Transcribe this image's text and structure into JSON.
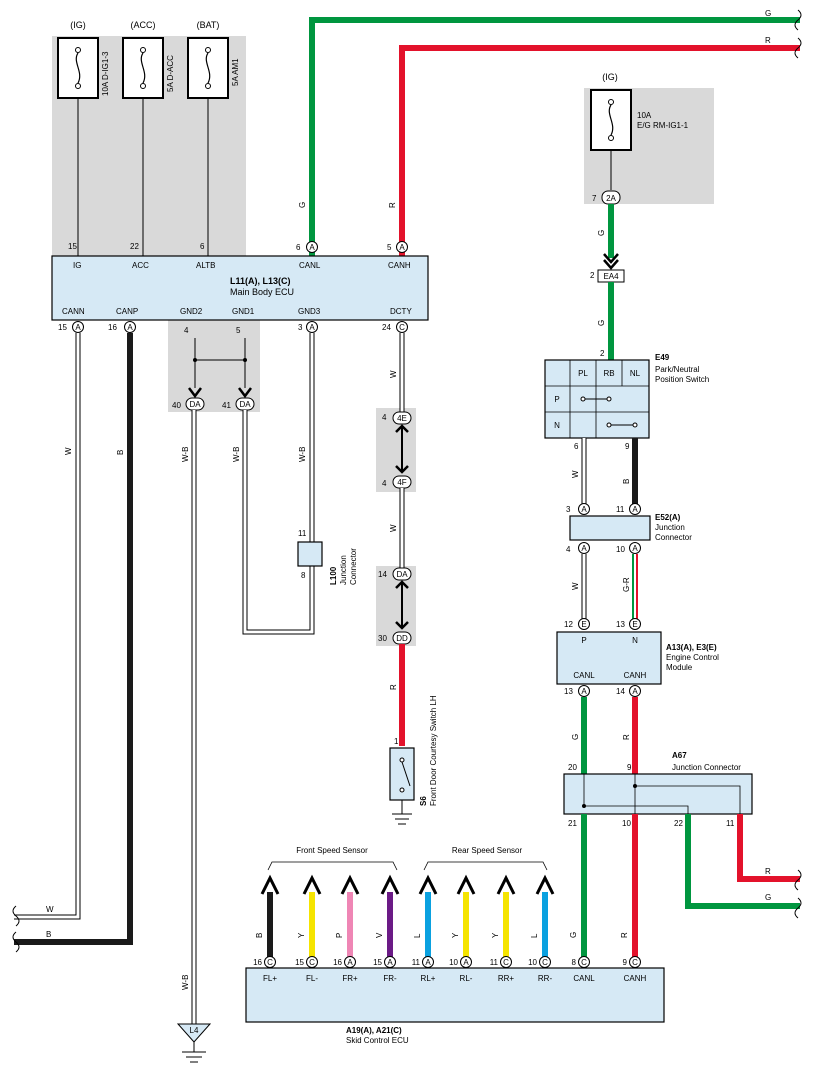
{
  "fuses": [
    {
      "label": "(IG)",
      "rating": "10A D-IG1-3"
    },
    {
      "label": "(ACC)",
      "rating": "5A D-ACC"
    },
    {
      "label": "(BAT)",
      "rating": "5A AM1"
    }
  ],
  "fuse_eg": {
    "label": "(IG)",
    "rating1": "10A",
    "rating2": "E/G RM-IG1-1"
  },
  "wire_colors": {
    "G": "G",
    "R": "R",
    "W": "W",
    "B": "B",
    "WB": "W-B",
    "GR": "G-R",
    "Y": "Y",
    "P": "P",
    "V": "V",
    "L": "L"
  },
  "main_ecu": {
    "id": "L11(A), L13(C)",
    "name": "Main Body ECU",
    "top_pins": [
      {
        "num": "15",
        "label": "IG"
      },
      {
        "num": "22",
        "label": "ACC"
      },
      {
        "num": "6",
        "label": "ALTB"
      },
      {
        "num": "6",
        "conn": "A",
        "label": "CANL"
      },
      {
        "num": "5",
        "conn": "A",
        "label": "CANH"
      }
    ],
    "bottom_pins": [
      {
        "num": "15",
        "conn": "A",
        "label": "CANN"
      },
      {
        "num": "16",
        "conn": "A",
        "label": "CANP"
      },
      {
        "num": "4",
        "label": "GND2"
      },
      {
        "num": "5",
        "label": "GND1"
      },
      {
        "num": "3",
        "conn": "A",
        "label": "GND3"
      },
      {
        "num": "24",
        "conn": "C",
        "label": "DCTY"
      }
    ]
  },
  "connectors": {
    "da40": {
      "pin": "40",
      "id": "DA"
    },
    "da41": {
      "pin": "41",
      "id": "DA"
    },
    "c4e": {
      "pin": "4",
      "id": "4E"
    },
    "c4f": {
      "pin": "4",
      "id": "4F"
    },
    "c14da": {
      "pin": "14",
      "id": "DA"
    },
    "c30dd": {
      "pin": "30",
      "id": "DD"
    },
    "c2a": {
      "pin": "7",
      "id": "2A"
    },
    "ea4": {
      "pin": "2",
      "id": "EA4"
    }
  },
  "l100": {
    "id": "L100",
    "name1": "Junction",
    "name2": "Connector",
    "pin_top": "11",
    "pin_bottom": "8"
  },
  "s6": {
    "id": "S6",
    "name": "Front Door Courtesy Switch LH",
    "pin": "1"
  },
  "e49": {
    "id": "E49",
    "name1": "Park/Neutral",
    "name2": "Position Switch",
    "cols": [
      "PL",
      "RB",
      "NL"
    ],
    "rows": [
      "P",
      "N"
    ],
    "pin_top": "2",
    "pin_left": "6",
    "pin_right": "9"
  },
  "e52": {
    "id": "E52(A)",
    "name1": "Junction",
    "name2": "Connector",
    "pins_top": [
      {
        "num": "3",
        "conn": "A"
      },
      {
        "num": "11",
        "conn": "A"
      }
    ],
    "pins_bottom": [
      {
        "num": "4",
        "conn": "A"
      },
      {
        "num": "10",
        "conn": "A"
      }
    ]
  },
  "ecm": {
    "id": "A13(A), E3(E)",
    "name1": "Engine Control",
    "name2": "Module",
    "pins_top": [
      {
        "num": "12",
        "conn": "E",
        "label": "P"
      },
      {
        "num": "13",
        "conn": "E",
        "label": "N"
      }
    ],
    "pins_bottom": [
      {
        "num": "13",
        "conn": "A",
        "label": "CANL"
      },
      {
        "num": "14",
        "conn": "A",
        "label": "CANH"
      }
    ]
  },
  "a67": {
    "id": "A67",
    "name": "Junction Connector",
    "pins": [
      "20",
      "9",
      "21",
      "10",
      "22",
      "11"
    ]
  },
  "skid": {
    "id": "A19(A), A21(C)",
    "name": "Skid Control ECU",
    "front_label": "Front Speed Sensor",
    "rear_label": "Rear Speed Sensor",
    "pins": [
      {
        "num": "16",
        "conn": "C",
        "label": "FL+",
        "wire": "B",
        "color": "#1a1a1a"
      },
      {
        "num": "15",
        "conn": "C",
        "label": "FL-",
        "wire": "Y",
        "color": "#f5e400"
      },
      {
        "num": "16",
        "conn": "A",
        "label": "FR+",
        "wire": "P",
        "color": "#ef86b5"
      },
      {
        "num": "15",
        "conn": "A",
        "label": "FR-",
        "wire": "V",
        "color": "#6b1a86"
      },
      {
        "num": "11",
        "conn": "A",
        "label": "RL+",
        "wire": "L",
        "color": "#0aa1e0"
      },
      {
        "num": "10",
        "conn": "A",
        "label": "RL-",
        "wire": "Y",
        "color": "#f5e400"
      },
      {
        "num": "11",
        "conn": "C",
        "label": "RR+",
        "wire": "Y",
        "color": "#f5e400"
      },
      {
        "num": "10",
        "conn": "C",
        "label": "RR-",
        "wire": "L",
        "color": "#0aa1e0"
      },
      {
        "num": "8",
        "conn": "C",
        "label": "CANL",
        "wire": "G",
        "color": "#00963f"
      },
      {
        "num": "9",
        "conn": "C",
        "label": "CANH",
        "wire": "R",
        "color": "#e3122b"
      }
    ]
  },
  "ground_l4": "L4",
  "colors": {
    "green": "#00963f",
    "red": "#e3122b",
    "black": "#1a1a1a",
    "box": "#d6e9f5",
    "shade": "#d9d9d9"
  }
}
